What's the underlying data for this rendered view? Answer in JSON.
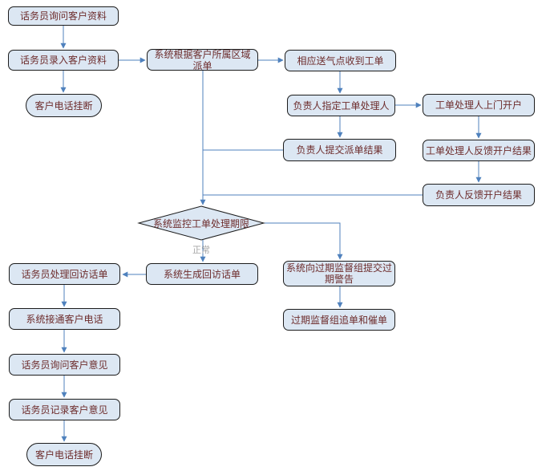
{
  "diagram_type": "flowchart",
  "colors": {
    "node_fill": "#dce7f3",
    "node_border": "#1c1c1c",
    "node_text": "#6d2c2c",
    "arrow": "#4f81bd",
    "branch_label_text": "#a6a6a6",
    "background": "#ffffff"
  },
  "decision_branch_label": "正常",
  "nodes": [
    {
      "id": "agent-ask-customer-info",
      "type": "process",
      "label": "话务员询问客户资料"
    },
    {
      "id": "agent-enter-customer-info",
      "type": "process",
      "label": "话务员录入客户资料"
    },
    {
      "id": "customer-hangup-top",
      "type": "terminator",
      "label": "客户电话挂断"
    },
    {
      "id": "system-dispatch-by-region",
      "type": "process",
      "label": "系统根据客户所属区域派单"
    },
    {
      "id": "gas-station-receive-order",
      "type": "process",
      "label": "相应送气点收到工单"
    },
    {
      "id": "leader-assign-handler",
      "type": "process",
      "label": "负责人指定工单处理人"
    },
    {
      "id": "handler-onsite-open-account",
      "type": "process",
      "label": "工单处理人上门开户"
    },
    {
      "id": "handler-feedback-result",
      "type": "process",
      "label": "工单处理人反馈开户结果"
    },
    {
      "id": "leader-feedback-result",
      "type": "process",
      "label": "负责人反馈开户结果"
    },
    {
      "id": "leader-submit-dispatch-result",
      "type": "process",
      "label": "负责人提交派单结果"
    },
    {
      "id": "system-monitor-deadline",
      "type": "decision",
      "label": "系统监控工单处理期限"
    },
    {
      "id": "system-generate-callback",
      "type": "process",
      "label": "系统生成回访话单"
    },
    {
      "id": "system-submit-overdue-warning",
      "type": "process",
      "label": "系统向过期监督组提交过期警告"
    },
    {
      "id": "overdue-group-chase",
      "type": "process",
      "label": "过期监督组追单和催单"
    },
    {
      "id": "agent-handle-callback",
      "type": "process",
      "label": "话务员处理回访话单"
    },
    {
      "id": "system-connect-customer",
      "type": "process",
      "label": "系统接通客户电话"
    },
    {
      "id": "agent-ask-opinion",
      "type": "process",
      "label": "话务员询问客户意见"
    },
    {
      "id": "agent-record-opinion",
      "type": "process",
      "label": "话务员记录客户意见"
    },
    {
      "id": "customer-hangup-bottom",
      "type": "terminator",
      "label": "客户电话挂断"
    }
  ],
  "edges": [
    {
      "from": "agent-ask-customer-info",
      "to": "agent-enter-customer-info"
    },
    {
      "from": "agent-enter-customer-info",
      "to": "customer-hangup-top"
    },
    {
      "from": "agent-enter-customer-info",
      "to": "system-dispatch-by-region"
    },
    {
      "from": "system-dispatch-by-region",
      "to": "gas-station-receive-order"
    },
    {
      "from": "gas-station-receive-order",
      "to": "leader-assign-handler"
    },
    {
      "from": "leader-assign-handler",
      "to": "handler-onsite-open-account"
    },
    {
      "from": "handler-onsite-open-account",
      "to": "handler-feedback-result"
    },
    {
      "from": "handler-feedback-result",
      "to": "leader-feedback-result"
    },
    {
      "from": "leader-assign-handler",
      "to": "leader-submit-dispatch-result"
    },
    {
      "from": "leader-submit-dispatch-result",
      "to": "system-monitor-deadline"
    },
    {
      "from": "leader-feedback-result",
      "to": "system-monitor-deadline"
    },
    {
      "from": "system-dispatch-by-region",
      "to": "system-monitor-deadline"
    },
    {
      "from": "system-monitor-deadline",
      "to": "system-generate-callback",
      "label": "正常"
    },
    {
      "from": "system-monitor-deadline",
      "to": "system-submit-overdue-warning"
    },
    {
      "from": "system-submit-overdue-warning",
      "to": "overdue-group-chase"
    },
    {
      "from": "system-generate-callback",
      "to": "agent-handle-callback"
    },
    {
      "from": "agent-handle-callback",
      "to": "system-connect-customer"
    },
    {
      "from": "system-connect-customer",
      "to": "agent-ask-opinion"
    },
    {
      "from": "agent-ask-opinion",
      "to": "agent-record-opinion"
    },
    {
      "from": "agent-record-opinion",
      "to": "customer-hangup-bottom"
    }
  ]
}
